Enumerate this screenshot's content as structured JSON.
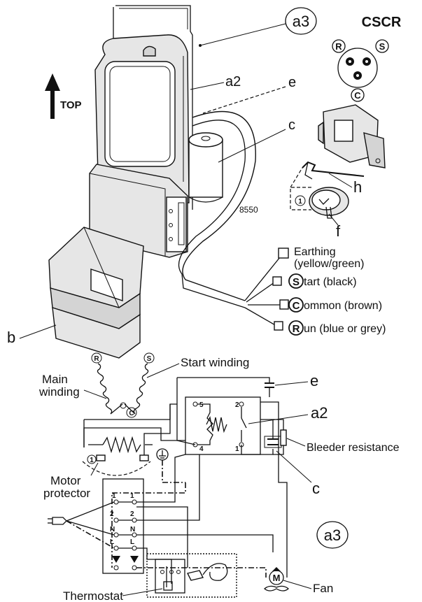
{
  "labels": {
    "a3_top": "a3",
    "cscr": "CSCR",
    "top": "TOP",
    "a2_top": "a2",
    "e_top": "e",
    "c_top": "c",
    "h": "h",
    "f": "f",
    "b": "b",
    "part_number": "8550",
    "earthing_line1": "Earthing",
    "earthing_line2": "(yellow/green)",
    "start": "tart (black)",
    "common": "ommon (brown)",
    "run": "un (blue or grey)",
    "letter_s": "S",
    "letter_c": "C",
    "letter_r": "R",
    "terminal_r": "R",
    "terminal_s": "S",
    "terminal_c": "C",
    "one_marker": "1",
    "start_winding": "Start winding",
    "main_winding_1": "Main",
    "main_winding_2": "winding",
    "wire_r": "R",
    "wire_s": "S",
    "wire_c": "C",
    "e_bottom": "e",
    "a2_bottom": "a2",
    "bleeder": "Bleeder resistance",
    "c_bottom": "c",
    "motor_protector_1": "Motor",
    "motor_protector_2": "protector",
    "protector_one": "1",
    "relay_5": "5",
    "relay_2": "2",
    "relay_4": "4",
    "relay_1": "1",
    "tb_1a": "1",
    "tb_1b": "1",
    "tb_2a": "2",
    "tb_2b": "2",
    "tb_na": "N",
    "tb_nb": "N",
    "tb_la": "L",
    "tb_lb": "L",
    "a3_bottom": "a3",
    "fan_m": "M",
    "fan": "Fan",
    "thermostat": "Thermostat"
  }
}
